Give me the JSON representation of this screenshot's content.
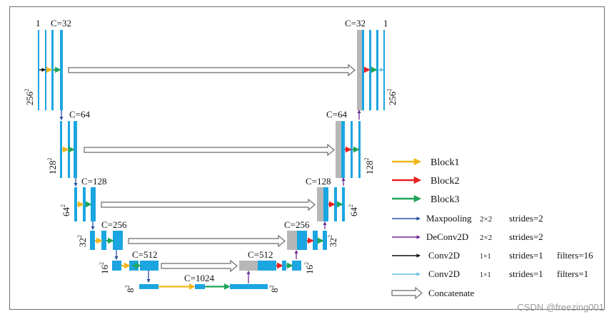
{
  "colors": {
    "feature_map": "#1ba5e1",
    "concat_map": "#b7b7b7",
    "block1": "#f2b619",
    "block2": "#e8201f",
    "block3": "#1fa55a",
    "maxpool": "#2c4fa3",
    "deconv": "#6a2c91",
    "conv_black": "#111111",
    "conv_light": "#6cc3ea"
  },
  "labels": {
    "enc_in_1": "1",
    "enc_c32": "C=32",
    "dec_c32": "C=32",
    "dec_out_1": "1",
    "enc_c64": "C=64",
    "dec_c64": "C=64",
    "enc_c128": "C=128",
    "dec_c128": "C=128",
    "enc_c256": "C=256",
    "dec_c256": "C=256",
    "enc_c512": "C=512",
    "dec_c512": "C=512",
    "bottleneck_c1024": "C=1024",
    "res_256_left": "256",
    "res_256_right": "256",
    "res_128_left": "128",
    "res_128_right": "128",
    "res_64_left": "64",
    "res_64_right": "64",
    "res_32_left": "32",
    "res_32_right": "32",
    "res_16_left": "16",
    "res_16_right": "16",
    "res_8_left": "8",
    "res_8_right": "8",
    "exp": "2"
  },
  "legend": [
    {
      "icon": "block1-arrow-icon",
      "color": "block1",
      "label": "Block1",
      "kernel": "",
      "strides": "",
      "filters": ""
    },
    {
      "icon": "block2-arrow-icon",
      "color": "block2",
      "label": "Block2",
      "kernel": "",
      "strides": "",
      "filters": ""
    },
    {
      "icon": "block3-arrow-icon",
      "color": "block3",
      "label": "Block3",
      "kernel": "",
      "strides": "",
      "filters": ""
    },
    {
      "icon": "maxpooling-arrow-icon",
      "color": "maxpool",
      "label": "Maxpooling",
      "kernel": "2×2",
      "strides": "strides=2",
      "filters": ""
    },
    {
      "icon": "deconv2d-arrow-icon",
      "color": "deconv",
      "label": "DeConv2D",
      "kernel": "2×2",
      "strides": "strides=2",
      "filters": ""
    },
    {
      "icon": "conv2d-black-arrow-icon",
      "color": "conv_black",
      "label": "Conv2D",
      "kernel": "1×1",
      "strides": "strides=1",
      "filters": "filters=16"
    },
    {
      "icon": "conv2d-light-arrow-icon",
      "color": "conv_light",
      "label": "Conv2D",
      "kernel": "1×1",
      "strides": "strides=1",
      "filters": "filters=1"
    },
    {
      "icon": "concatenate-arrow-icon",
      "color": "",
      "label": "Concatenate",
      "kernel": "",
      "strides": "",
      "filters": ""
    }
  ],
  "watermark": "CSDN @freezing001"
}
